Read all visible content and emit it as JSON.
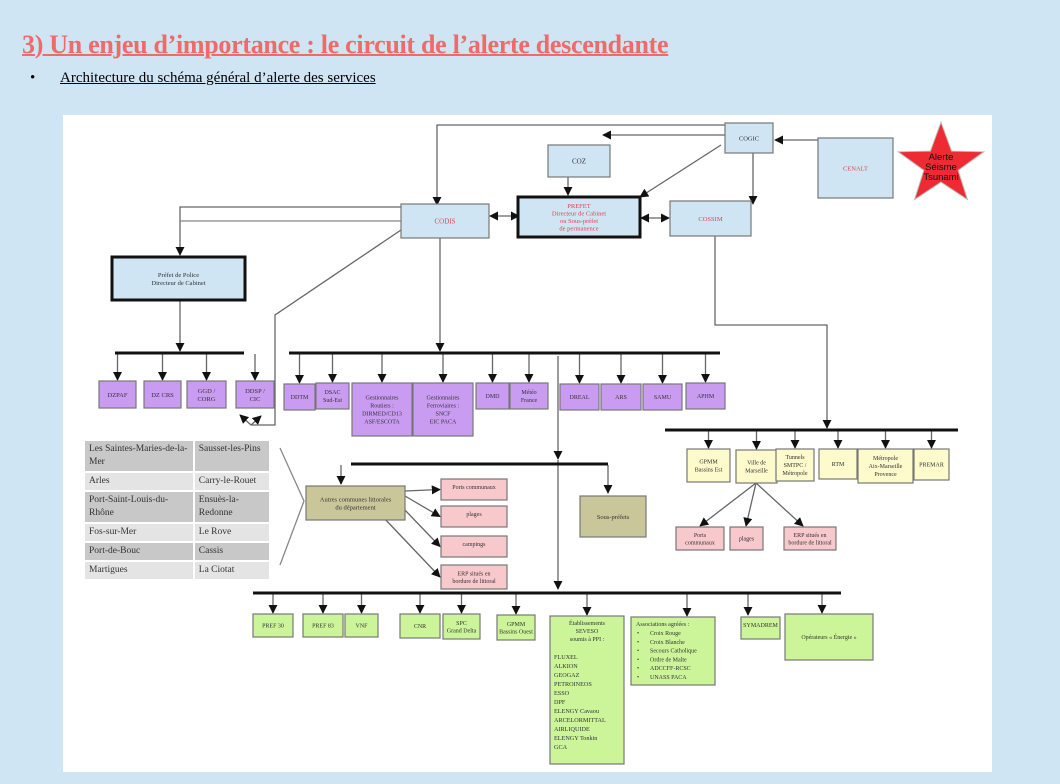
{
  "header": {
    "title": "3) Un enjeu d’importance : le circuit de l’alerte descendante",
    "bullet": "•",
    "subtitle": "Architecture du schéma général d’alerte des services"
  },
  "colors": {
    "background": "#cfe5f3",
    "title": "#f06a6a",
    "blue_box": "#cfe5f3",
    "purple_box": "#c99cf2",
    "yellow_box": "#fdfacc",
    "pink_box": "#f8c9cc",
    "olive_box": "#c9c79a",
    "green_box": "#ccf59a",
    "star": "#ee2a33",
    "red_text": "#e0444f"
  },
  "diagram": {
    "top": {
      "cogic": "COGIC",
      "coz": "COZ",
      "cenalt": "CENALT",
      "star": [
        "Alerte",
        "Séisme",
        "Tsunami"
      ],
      "codis": "CODIS",
      "prefet": [
        "PREFET",
        "Directeur de Cabinet",
        "ou Sous-préfet",
        "de permanence"
      ],
      "cossim": "COSSIM",
      "prefet_police": [
        "Préfet de Police",
        "Directeur de Cabinet"
      ]
    },
    "police_services": [
      [
        "DZPAF"
      ],
      [
        "DZ CRS"
      ],
      [
        "GGD /",
        "CORG"
      ],
      [
        "DDSP /",
        "CIC"
      ]
    ],
    "state_services": [
      [
        "DDTM"
      ],
      [
        "DSAC",
        "Sud-Est"
      ],
      [
        "Gestionnaires",
        "Routiers :",
        "DIRMED/CD13",
        "ASF/ESCOTA"
      ],
      [
        "Gestionnaires",
        "Ferroviaires :",
        "SNCF",
        "EIC PACA"
      ],
      [
        "DMD"
      ],
      [
        "Météo",
        "France"
      ],
      [
        "DREAL"
      ],
      [
        "ARS"
      ],
      [
        "SAMU"
      ],
      [
        "APHM"
      ]
    ],
    "communes_table": [
      [
        "Les Saintes-Maries-de-la-Mer",
        "Sausset-les-Pins"
      ],
      [
        "Arles",
        "Carry-le-Rouet"
      ],
      [
        "Port-Saint-Louis-du-Rhône",
        "Ensuès-la-Redonne"
      ],
      [
        "Fos-sur-Mer",
        "Le Rove"
      ],
      [
        "Port-de-Bouc",
        "Cassis"
      ],
      [
        "Martigues",
        "La Ciotat"
      ]
    ],
    "autres_communes": [
      "Autres communes littorales",
      "du département"
    ],
    "communes_targets": [
      [
        "Ports communaux"
      ],
      [
        "plages"
      ],
      [
        "campings"
      ],
      [
        "ERP situés en",
        "bordure de littoral"
      ]
    ],
    "sous_prefets": "Sous-préfets",
    "cossim_services": [
      [
        "GPMM",
        "Bassins Est"
      ],
      [
        "Ville de",
        "Marseille"
      ],
      [
        "Tunnels",
        "SMTPC /",
        "Métropole"
      ],
      [
        "RTM"
      ],
      [
        "Métropole",
        "Aix-Marseille",
        "Provence"
      ],
      [
        "PREMAR"
      ]
    ],
    "marseille_targets": [
      [
        "Ports",
        "communaux"
      ],
      [
        "plages"
      ],
      [
        "ERP situés en",
        "bordure de littoral"
      ]
    ],
    "bottom_services": [
      [
        "PREF 30"
      ],
      [
        "PREF 83"
      ],
      [
        "VNF"
      ],
      [
        "CNR"
      ],
      [
        "SPC",
        "Grand Delta"
      ],
      [
        "GPMM",
        "Bassins Ouest"
      ]
    ],
    "seveso": {
      "header": [
        "Établissements",
        "SEVESO",
        "soumis à PPI :"
      ],
      "items": [
        "FLUXEL",
        "ALKION",
        "GEOGAZ",
        "PETROINEOS",
        "ESSO",
        "DPF",
        "ELENGY Cavaou",
        "ARCELORMITTAL",
        "AIRLIQUIDE",
        "ELENGY Tonkin",
        "GCA"
      ]
    },
    "associations": {
      "header": "Associations agréées :",
      "items": [
        "Croix Rouge",
        "Croix Blanche",
        "Secours Catholique",
        "Ordre de Malte",
        "ADCCFF-RCSC",
        "UNASS PACA"
      ]
    },
    "symadrem": "SYMADREM",
    "operateurs": "Opérateurs « Énergie »"
  }
}
